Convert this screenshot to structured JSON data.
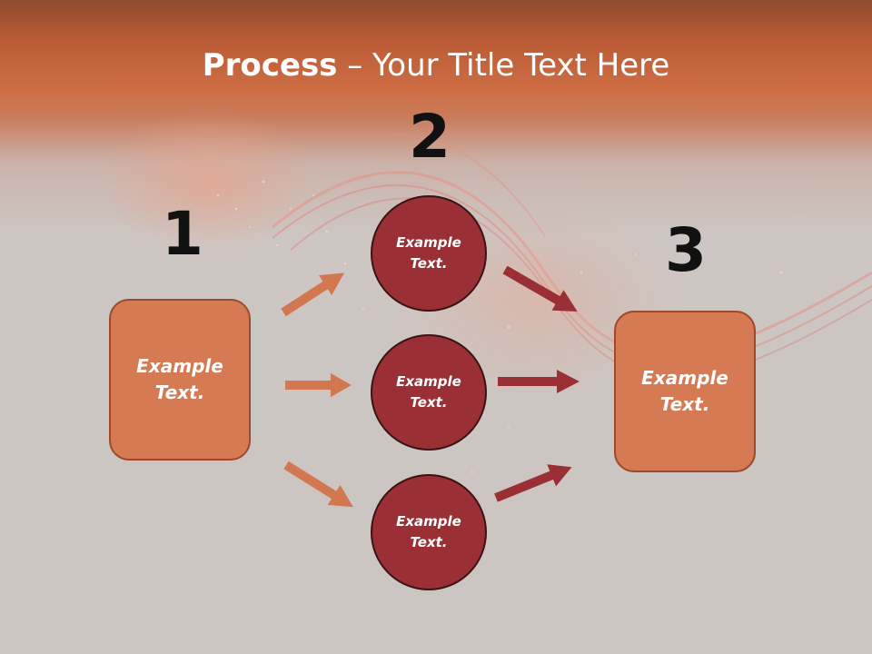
{
  "title": {
    "bold": "Process",
    "rest": " – Your Title Text Here"
  },
  "steps": [
    {
      "number": "1"
    },
    {
      "number": "2"
    },
    {
      "number": "3"
    }
  ],
  "box_left": {
    "line1": "Example",
    "line2": "Text."
  },
  "box_right": {
    "line1": "Example",
    "line2": "Text."
  },
  "circles": [
    {
      "line1": "Example",
      "line2": "Text."
    },
    {
      "line1": "Example",
      "line2": "Text."
    },
    {
      "line1": "Example",
      "line2": "Text."
    }
  ],
  "colors": {
    "box_fill": "#d57a52",
    "circle_fill": "#9a3035",
    "arrow_left": "#d2774f",
    "arrow_right": "#9a3035"
  }
}
